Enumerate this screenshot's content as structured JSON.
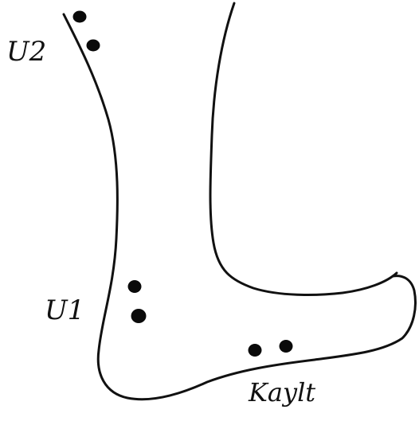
{
  "diagram": {
    "labels": {
      "upper": "U2",
      "lower": "U1",
      "sole": "Kaylt"
    },
    "ink_color": "#111111",
    "background_color": "#ffffff"
  }
}
